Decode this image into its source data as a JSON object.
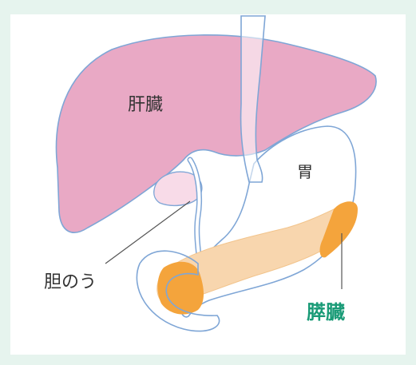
{
  "labels": {
    "liver": "肝臓",
    "stomach": "胃",
    "gallbladder": "胆のう",
    "pancreas": "膵臓"
  },
  "colors": {
    "background": "#e6f4ee",
    "panel": "#ffffff",
    "outline": "#7fa6d6",
    "liver_fill": "#e9a9c5",
    "gallbladder_fill": "#f8dbe8",
    "pancreas_light": "#f8d6ae",
    "pancreas_dark": "#f4a43c",
    "text": "#333333",
    "pancreas_text": "#1a9b77"
  }
}
